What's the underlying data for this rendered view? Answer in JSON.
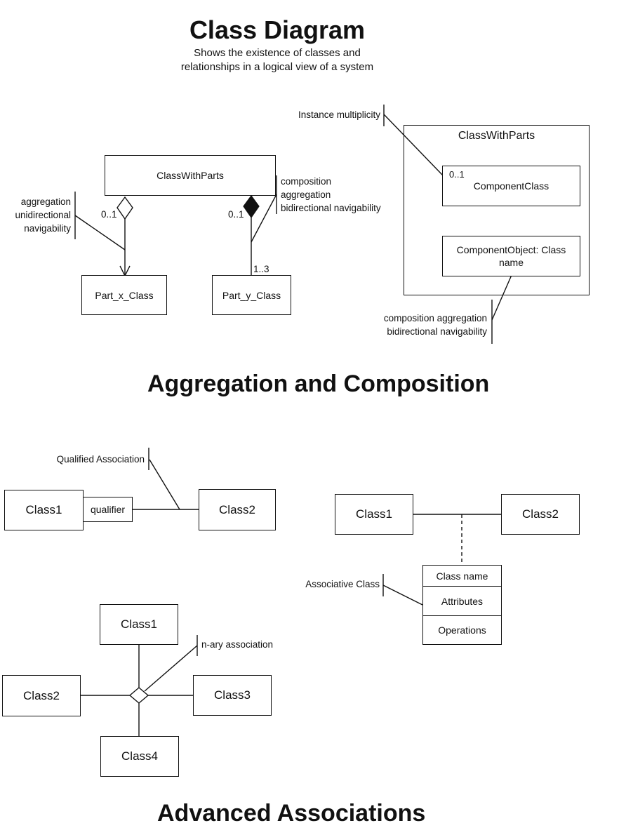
{
  "header": {
    "title": "Class Diagram",
    "subtitle_line1": "Shows the existence of classes and",
    "subtitle_line2": "relationships in a logical view of a system"
  },
  "aggregation_section": {
    "heading": "Aggregation and Composition",
    "whole_class": "ClassWithParts",
    "part_x": "Part_x_Class",
    "part_y": "Part_y_Class",
    "aggregation_multiplicity": "0..1",
    "composition_multiplicity": "0..1",
    "part_y_multiplicity": "1..3",
    "note_aggregation": [
      "aggregation",
      "unidirectional",
      "navigability"
    ],
    "note_composition": [
      "composition",
      "aggregation",
      "bidirectional navigability"
    ],
    "nested": {
      "container": "ClassWithParts",
      "component_multiplicity": "0..1",
      "component_class": "ComponentClass",
      "component_object_line1": "ComponentObject: Class",
      "component_object_line2": "name",
      "note_instance": "Instance multiplicity",
      "note_bottom": [
        "composition aggregation",
        "bidirectional navigability"
      ]
    }
  },
  "advanced_section": {
    "heading": "Advanced Associations",
    "qualified": {
      "note": "Qualified Association",
      "class1": "Class1",
      "qualifier": "qualifier",
      "class2": "Class2"
    },
    "associative": {
      "class1": "Class1",
      "class2": "Class2",
      "note": "Associative Class",
      "compartments": [
        "Class name",
        "Attributes",
        "Operations"
      ]
    },
    "nary": {
      "note": "n-ary association",
      "class1": "Class1",
      "class2": "Class2",
      "class3": "Class3",
      "class4": "Class4"
    }
  }
}
